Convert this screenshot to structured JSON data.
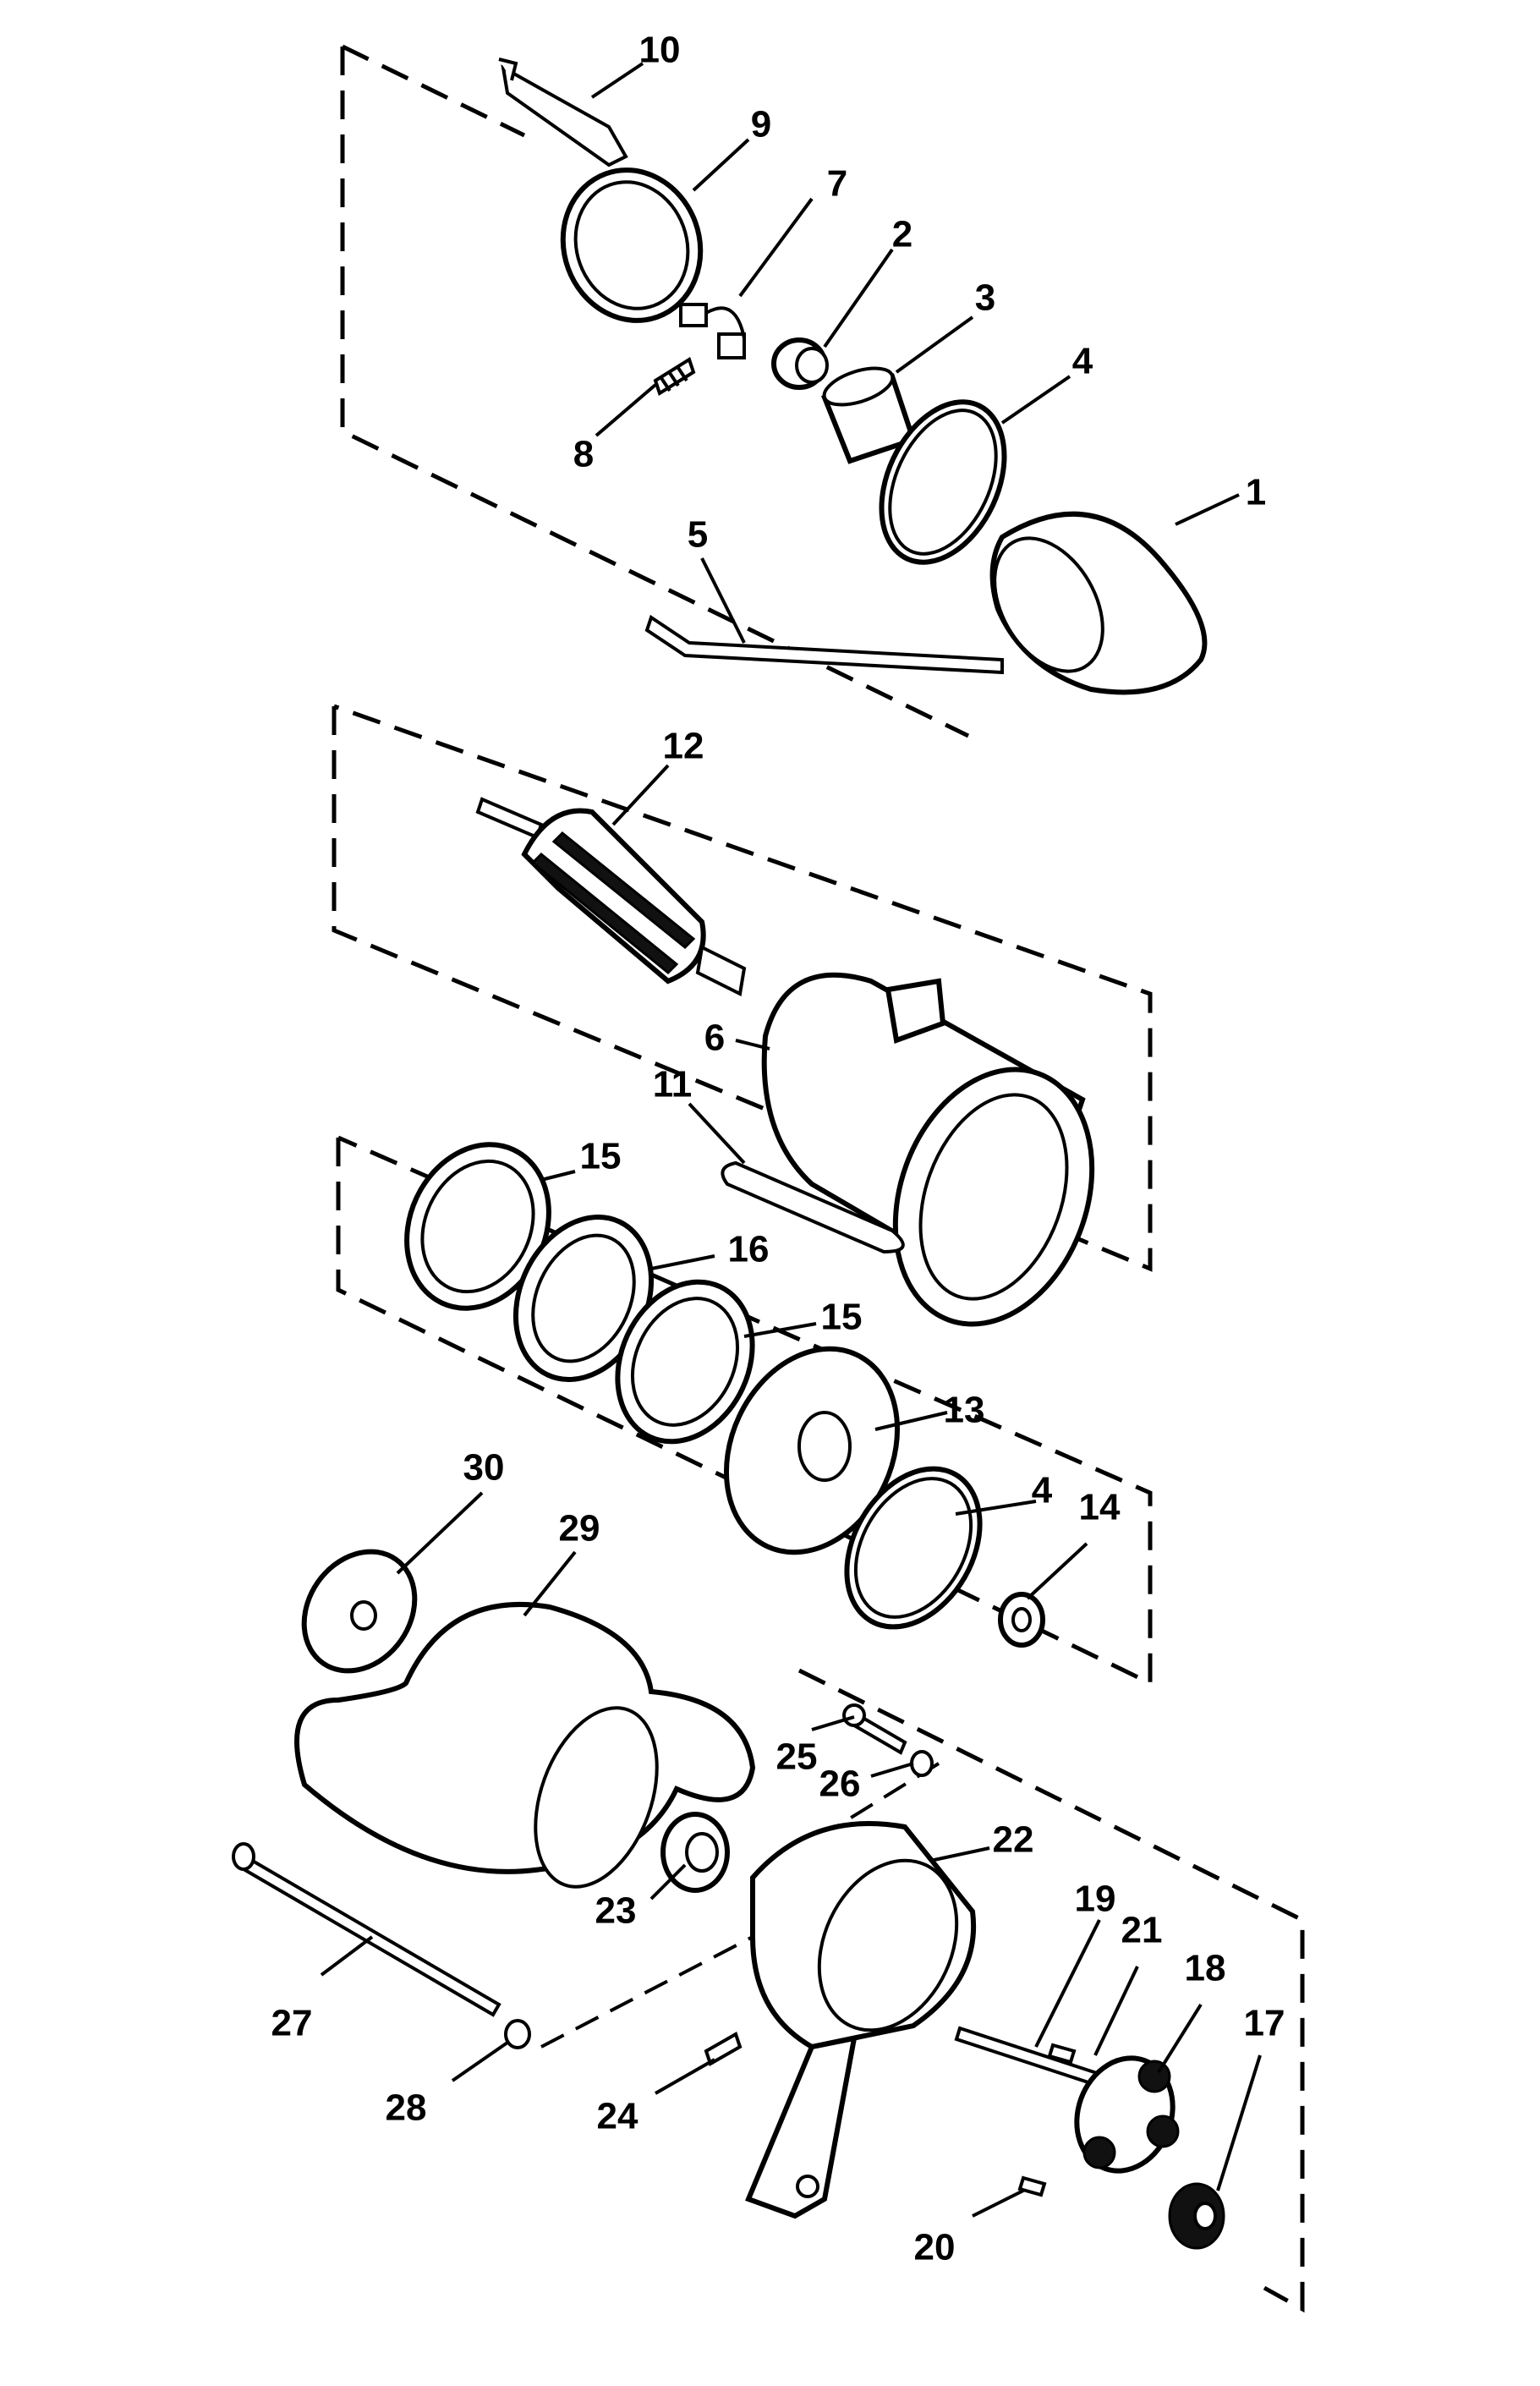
{
  "callouts": [
    "1",
    "2",
    "3",
    "4",
    "4",
    "5",
    "6",
    "7",
    "8",
    "9",
    "10",
    "11",
    "12",
    "13",
    "14",
    "15",
    "15",
    "16",
    "17",
    "18",
    "19",
    "20",
    "21",
    "22",
    "23",
    "24",
    "25",
    "26",
    "27",
    "28",
    "29",
    "30"
  ]
}
